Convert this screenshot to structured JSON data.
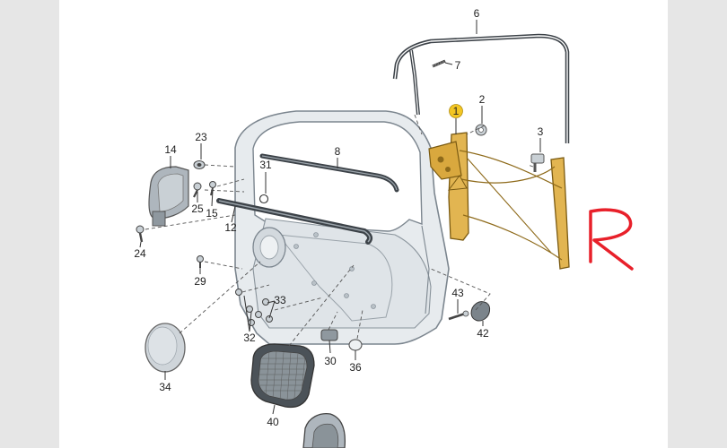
{
  "labels": {
    "p1": "1",
    "p2": "2",
    "p3": "3",
    "p6": "6",
    "p7": "7",
    "p8": "8",
    "p12": "12",
    "p14": "14",
    "p15": "15",
    "p23": "23",
    "p24": "24",
    "p25": "25",
    "p29": "29",
    "p30": "30",
    "p31": "31",
    "p32": "32",
    "p33": "33",
    "p34": "34",
    "p36": "36",
    "p40": "40",
    "p42": "42",
    "p43": "43"
  },
  "annotation": {
    "text": "R",
    "color": "#e8202a"
  },
  "colors": {
    "background": "#e6e6e6",
    "sheet": "#ffffff",
    "door_fill": "#e7ebee",
    "door_stroke": "#7c868f",
    "regulator": "#e2b551",
    "regulator_stroke": "#7a5a12",
    "seal": "#3c4248",
    "highlight_badge": "#f3c623"
  },
  "icons": [
    "door-shell",
    "window-regulator",
    "window-channel-seal",
    "mirror",
    "speaker-grille",
    "speaker-cover",
    "screw",
    "clip",
    "bolt",
    "grommet"
  ]
}
